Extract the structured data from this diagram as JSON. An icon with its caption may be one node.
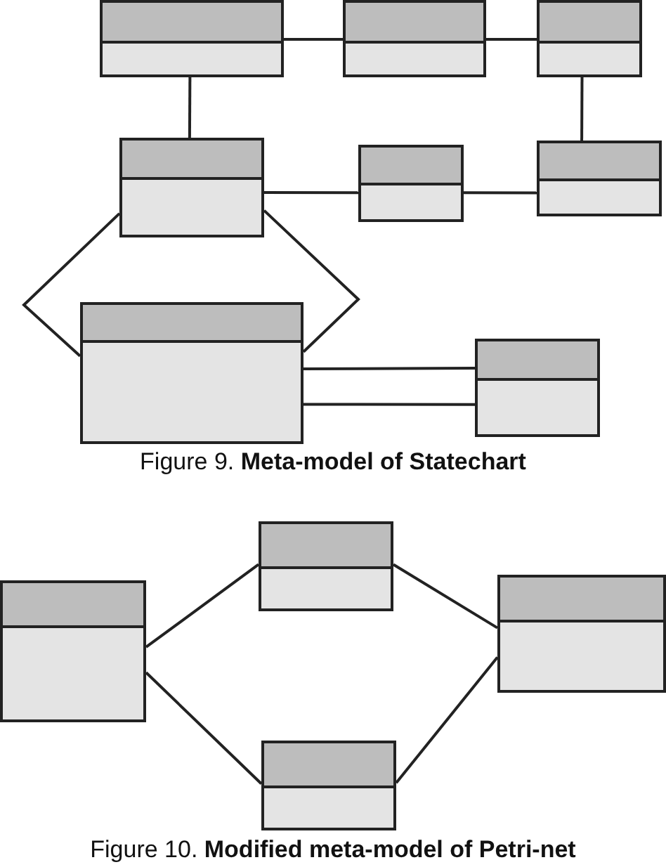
{
  "diagram": {
    "nodes": [
      {
        "text": [],
        "shape": "box"
      },
      {
        "text": [],
        "shape": "box"
      },
      {
        "text": [],
        "shape": "box"
      },
      {
        "text": [],
        "shape": "box"
      },
      {
        "text": [],
        "shape": "box"
      },
      {
        "text": [],
        "shape": "box"
      },
      {
        "text": [],
        "shape": "box"
      },
      {
        "text": [],
        "shape": "box"
      },
      {
        "text": [],
        "shape": "box"
      },
      {
        "text": [],
        "shape": "box"
      },
      {
        "text": [],
        "shape": "box"
      },
      {
        "text": [],
        "shape": "box"
      }
    ],
    "edges": [
      {
        "from": 0,
        "to": 1,
        "arrow": "none"
      },
      {
        "from": 1,
        "to": 2,
        "arrow": "none"
      },
      {
        "from": 0,
        "to": 3,
        "arrow": "none"
      },
      {
        "from": 2,
        "to": 5,
        "arrow": "none"
      },
      {
        "from": 3,
        "to": 4,
        "arrow": "none"
      },
      {
        "from": 4,
        "to": 5,
        "arrow": "none"
      },
      {
        "from": 3,
        "to": 6,
        "arrow": "none"
      },
      {
        "from": 3,
        "to": 6,
        "arrow": "none"
      },
      {
        "from": 6,
        "to": 7,
        "arrow": "none"
      },
      {
        "from": 6,
        "to": 7,
        "arrow": "none"
      },
      {
        "from": 8,
        "to": 9,
        "arrow": "none"
      },
      {
        "from": 9,
        "to": 10,
        "arrow": "none"
      },
      {
        "from": 8,
        "to": 11,
        "arrow": "none"
      },
      {
        "from": 11,
        "to": 10,
        "arrow": "none"
      }
    ],
    "labels": [
      "Figure 9. **Meta-model of Statechart**",
      "Figure 10. **Modified meta-model of Petri-net**"
    ]
  }
}
